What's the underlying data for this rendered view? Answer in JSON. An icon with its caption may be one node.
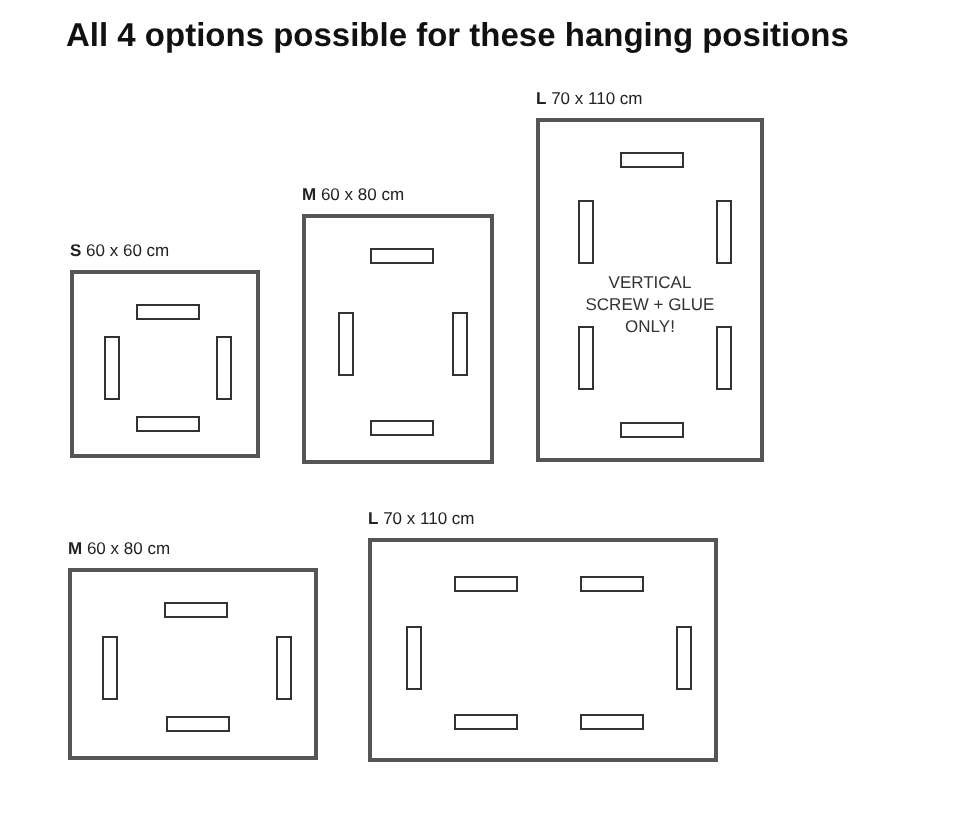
{
  "diagram": {
    "title": "All 4 options possible  for these hanging positions",
    "nodes": [
      {
        "text": [
          "**S** 60 x 60 cm"
        ]
      },
      {
        "text": [
          "**M** 60 x 80 cm"
        ]
      },
      {
        "text": [
          "**L** 70 x 110 cm",
          "VERTICAL SCREW + GLUE ONLY!"
        ]
      },
      {
        "text": [
          "**M** 60 x 80 cm"
        ]
      },
      {
        "text": [
          "**L** 70 x 110 cm"
        ]
      }
    ],
    "edges": []
  }
}
